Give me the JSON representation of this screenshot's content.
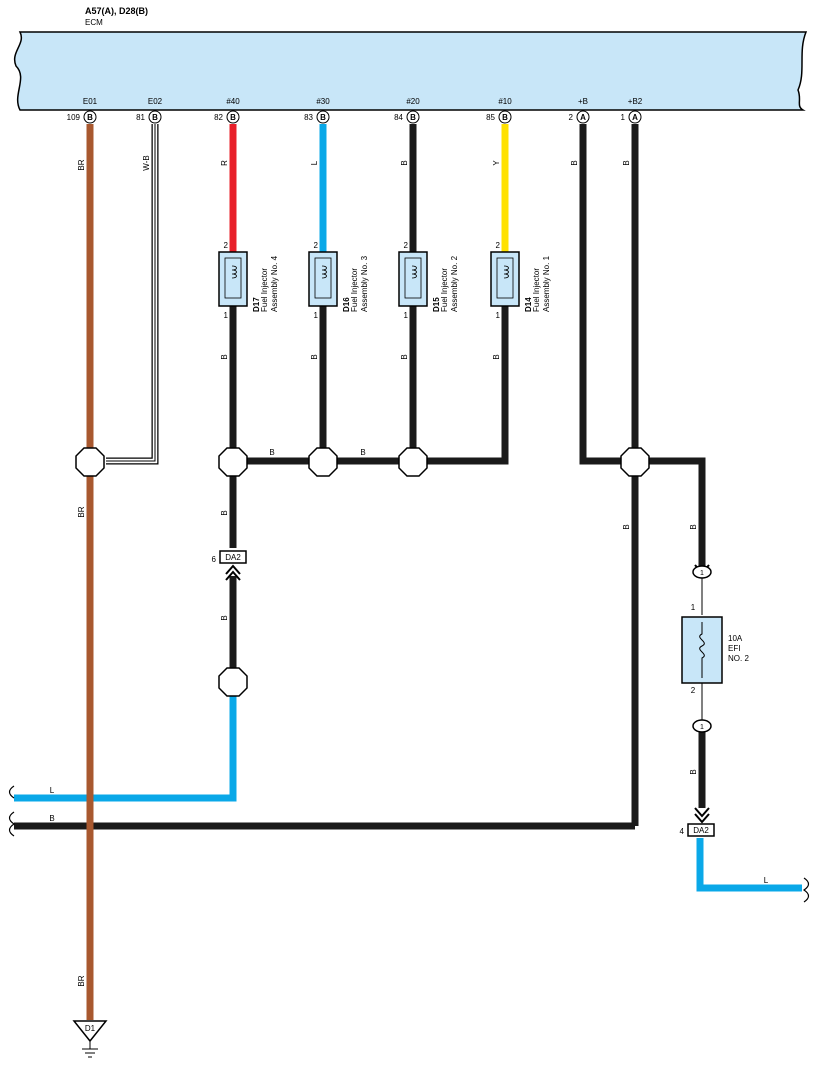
{
  "header": {
    "connectors": "A57(A), D28(B)",
    "ecm": "ECM"
  },
  "colors": {
    "BR": "#a8582f",
    "R": "#e8202a",
    "L": "#0aa8e8",
    "B": "#1a1a1a",
    "Y": "#ffe100",
    "ecm_fill": "#c8e6f8",
    "component_fill": "#c8e6f8"
  },
  "ecm_pins": [
    {
      "name": "E01",
      "pin": "109",
      "conn": "B"
    },
    {
      "name": "E02",
      "pin": "81",
      "conn": "B"
    },
    {
      "name": "#40",
      "pin": "82",
      "conn": "B"
    },
    {
      "name": "#30",
      "pin": "83",
      "conn": "B"
    },
    {
      "name": "#20",
      "pin": "84",
      "conn": "B"
    },
    {
      "name": "#10",
      "pin": "85",
      "conn": "B"
    },
    {
      "name": "+B",
      "pin": "2",
      "conn": "A"
    },
    {
      "name": "+B2",
      "pin": "1",
      "conn": "A"
    }
  ],
  "wire_labels": {
    "e01_top": "BR",
    "e02": "W-B",
    "n40": "R",
    "n30": "L",
    "n20": "B",
    "n10": "Y",
    "pb": "B",
    "pb2": "B",
    "inj4_low": "B",
    "inj3_low": "B",
    "inj2_low": "B",
    "inj1_low": "B",
    "bus_a": "B",
    "bus_b": "B",
    "e01_mid": "BR",
    "da2_up": "B",
    "da2_down": "B",
    "pb2_down": "B",
    "efi_feed": "B",
    "l_left": "L",
    "b_left": "B",
    "efi_out": "B",
    "l_right": "L",
    "e01_bottom": "BR"
  },
  "injectors": [
    {
      "id": "D17",
      "name": "Fuel Injector",
      "assy": "Assembly No. 4",
      "pin_top": "2",
      "pin_bottom": "1"
    },
    {
      "id": "D16",
      "name": "Fuel Injector",
      "assy": "Assembly No. 3",
      "pin_top": "2",
      "pin_bottom": "1"
    },
    {
      "id": "D15",
      "name": "Fuel Injector",
      "assy": "Assembly No. 2",
      "pin_top": "2",
      "pin_bottom": "1"
    },
    {
      "id": "D14",
      "name": "Fuel Injector",
      "assy": "Assembly No. 1",
      "pin_top": "2",
      "pin_bottom": "1"
    }
  ],
  "connectors": {
    "da2_left": {
      "label": "DA2",
      "pin": "6"
    },
    "da2_right": {
      "label": "DA2",
      "pin": "4"
    }
  },
  "fuse": {
    "rating": "10A",
    "name1": "EFI",
    "name2": "NO. 2",
    "pin_top": "1",
    "pin_bottom": "2",
    "junction_top": "1",
    "junction_bottom": "1"
  },
  "ground": {
    "label": "D1"
  }
}
